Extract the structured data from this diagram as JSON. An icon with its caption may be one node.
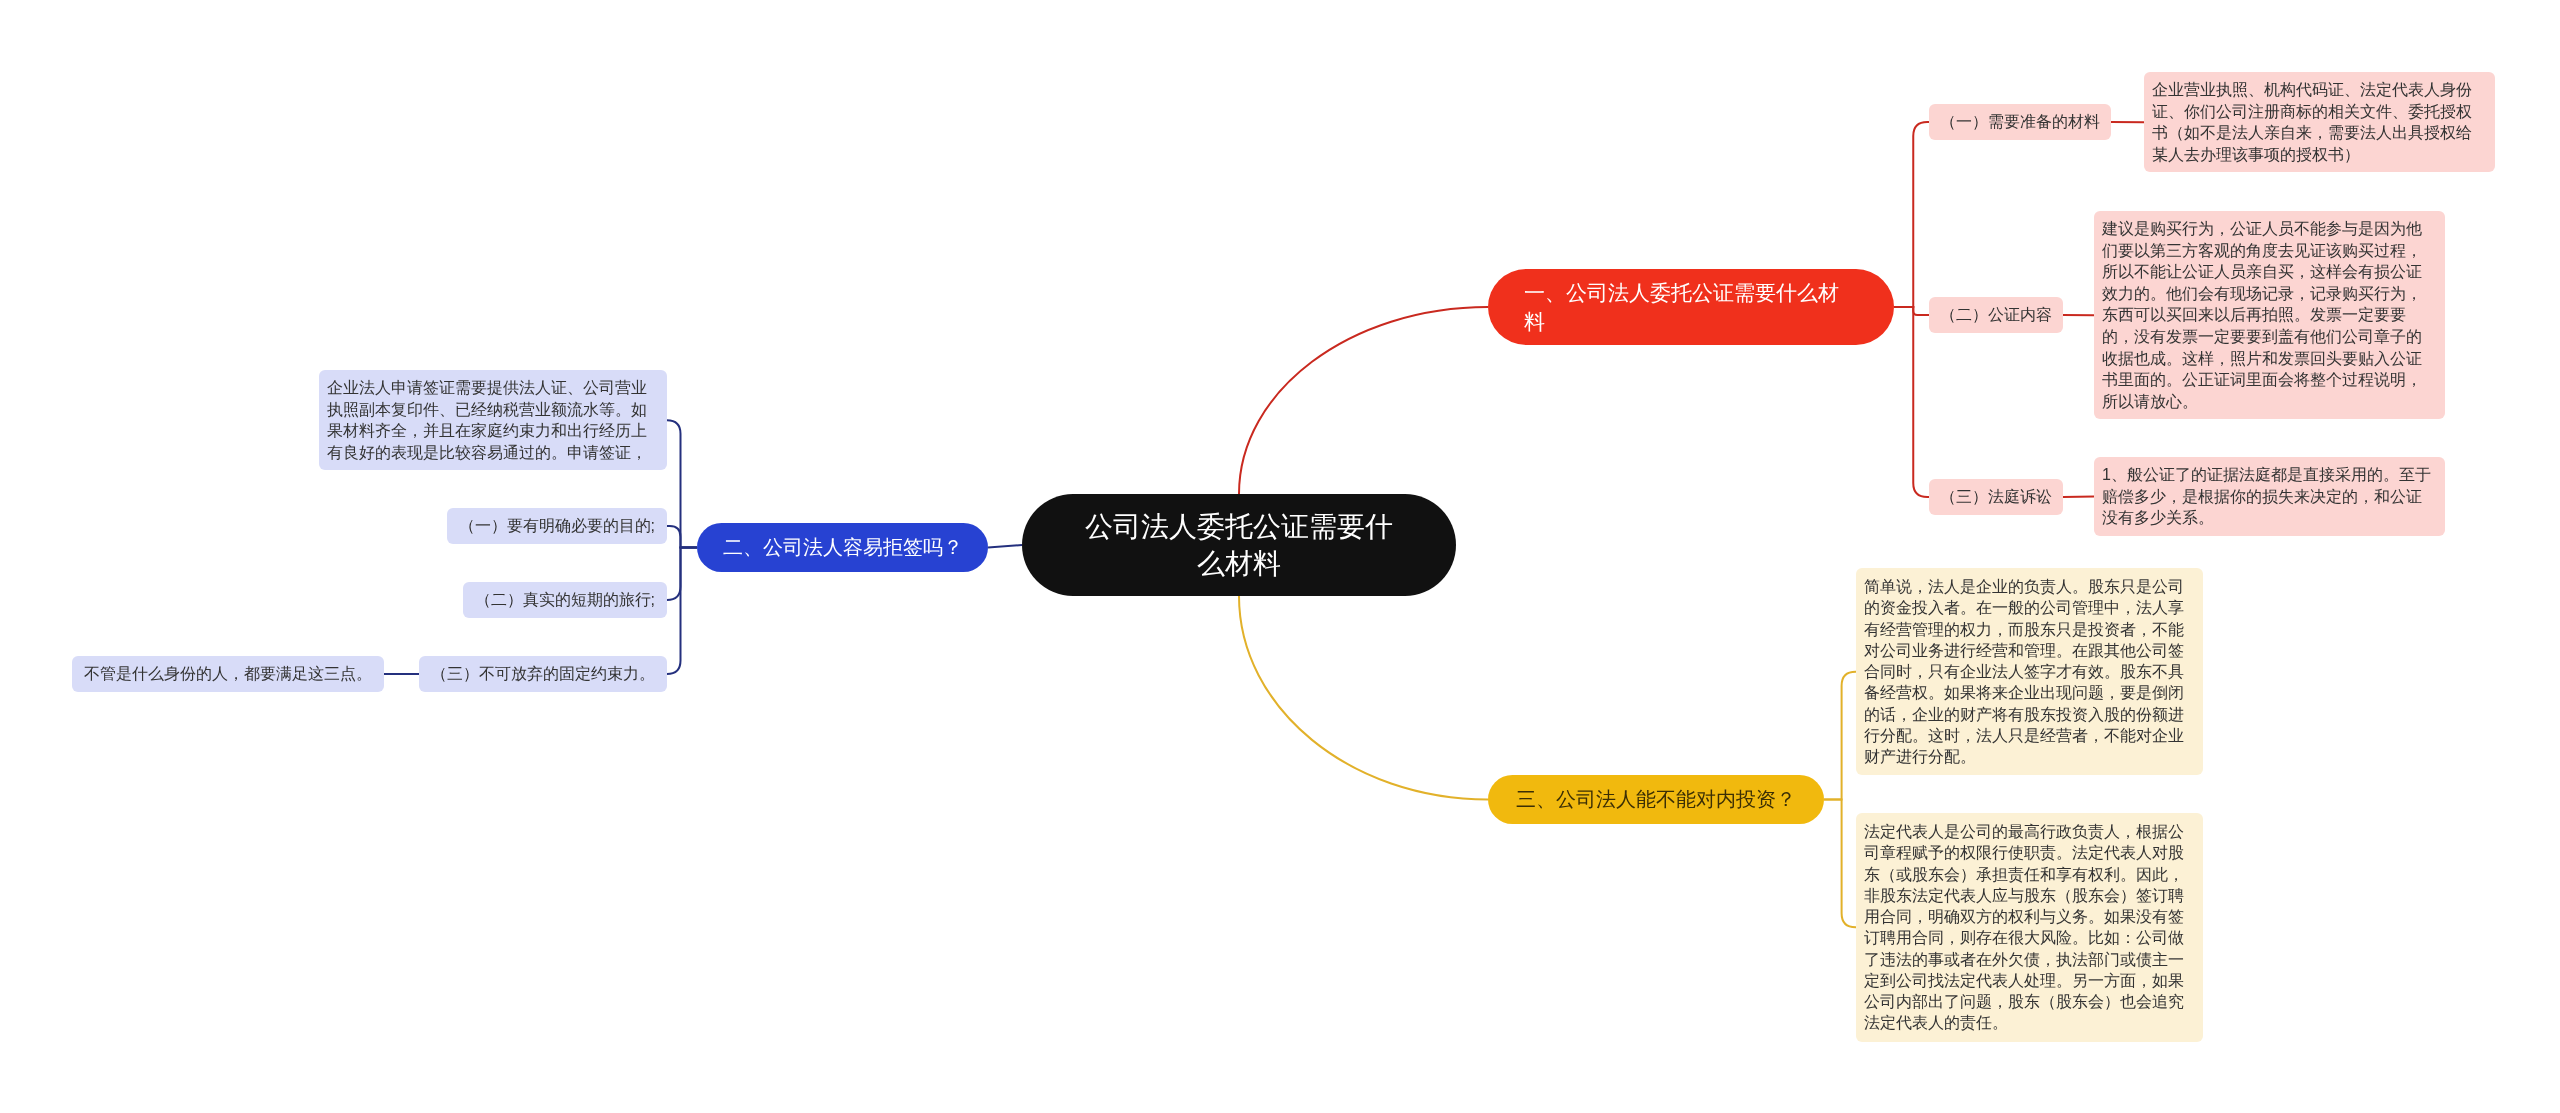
{
  "diagram": {
    "nodes": [
      {
        "text": [
          "公司法人委托公证需要什么材料"
        ]
      },
      {
        "text": [
          "一、公司法人委托公证需要什么材料"
        ]
      },
      {
        "text": [
          "（一）需要准备的材料"
        ]
      },
      {
        "text": [
          "企业营业执照、机构代码证、法定代表人身份证、你们公司注册商标的相关文件、委托授权书（如不是法人亲自来，需要法人出具授权给某人去办理该事项的授权书）"
        ]
      },
      {
        "text": [
          "（二）公证内容"
        ]
      },
      {
        "text": [
          "建议是购买行为，公证人员不能参与是因为他们要以第三方客观的角度去见证该购买过程，所以不能让公证人员亲自买，这样会有损公证效力的。他们会有现场记录，记录购买行为，东西可以买回来以后再拍照。发票一定要要的，没有发票一定要要到盖有他们公司章子的收据也成。这样，照片和发票回头要贴入公证书里面的。公正证词里面会将整个过程说明，所以请放心。"
        ]
      },
      {
        "text": [
          "（三）法庭诉讼"
        ]
      },
      {
        "text": [
          "1、般公证了的证据法庭都是直接采用的。至于赔偿多少，是根据你的损失来决定的，和公证没有多少关系。"
        ]
      },
      {
        "text": [
          "三、公司法人能不能对内投资？"
        ]
      },
      {
        "text": [
          "简单说，法人是企业的负责人。股东只是公司的资金投入者。在一般的公司管理中，法人享有经营管理的权力，而股东只是投资者，不能对公司业务进行经营和管理。在跟其他公司签合同时，只有企业法人签字才有效。股东不具备经营权。如果将来企业出现问题，要是倒闭的话，企业的财产将有股东投资入股的份额进行分配。这时，法人只是经营者，不能对企业财产进行分配。"
        ]
      },
      {
        "text": [
          "法定代表人是公司的最高行政负责人，根据公司章程赋予的权限行使职责。法定代表人对股东（或股东会）承担责任和享有权利。因此，非股东法定代表人应与股东（股东会）签订聘用合同，明确双方的权利与义务。如果没有签订聘用合同，则存在很大风险。比如：公司做了违法的事或者在外欠债，执法部门或债主一定到公司找法定代表人处理。另一方面，如果公司内部出了问题，股东（股东会）也会追究法定代表人的责任。"
        ]
      },
      {
        "text": [
          "二、公司法人容易拒签吗？"
        ]
      },
      {
        "text": [
          "企业法人申请签证需要提供法人证、公司营业执照副本复印件、已经纳税营业额流水等。如果材料齐全，并且在家庭约束力和出行经历上有良好的表现是比较容易通过的。申请签证，"
        ]
      },
      {
        "text": [
          "（一）要有明确必要的目的;"
        ]
      },
      {
        "text": [
          "（二）真实的短期的旅行;"
        ]
      },
      {
        "text": [
          "（三）不可放弃的固定约束力。"
        ]
      },
      {
        "text": [
          "不管是什么身份的人，都要满足这三点。"
        ]
      }
    ],
    "edges": [
      {
        "from": 0,
        "to": 1,
        "arrow": "none"
      },
      {
        "from": 1,
        "to": 2,
        "arrow": "none"
      },
      {
        "from": 2,
        "to": 3,
        "arrow": "none"
      },
      {
        "from": 1,
        "to": 4,
        "arrow": "none"
      },
      {
        "from": 4,
        "to": 5,
        "arrow": "none"
      },
      {
        "from": 1,
        "to": 6,
        "arrow": "none"
      },
      {
        "from": 6,
        "to": 7,
        "arrow": "none"
      },
      {
        "from": 0,
        "to": 8,
        "arrow": "none",
        "color": "#e2b12a"
      },
      {
        "from": 8,
        "to": 9,
        "arrow": "none",
        "color": "#e2b12a"
      },
      {
        "from": 8,
        "to": 10,
        "arrow": "none",
        "color": "#e2b12a"
      },
      {
        "from": 0,
        "to": 11,
        "arrow": "none",
        "color": "#24307e"
      },
      {
        "from": 11,
        "to": 12,
        "arrow": "none",
        "color": "#24307e"
      },
      {
        "from": 11,
        "to": 13,
        "arrow": "none",
        "color": "#24307e"
      },
      {
        "from": 11,
        "to": 14,
        "arrow": "none",
        "color": "#24307e"
      },
      {
        "from": 11,
        "to": 15,
        "arrow": "none",
        "color": "#24307e"
      },
      {
        "from": 15,
        "to": 16,
        "arrow": "none",
        "color": "#24307e"
      }
    ]
  }
}
